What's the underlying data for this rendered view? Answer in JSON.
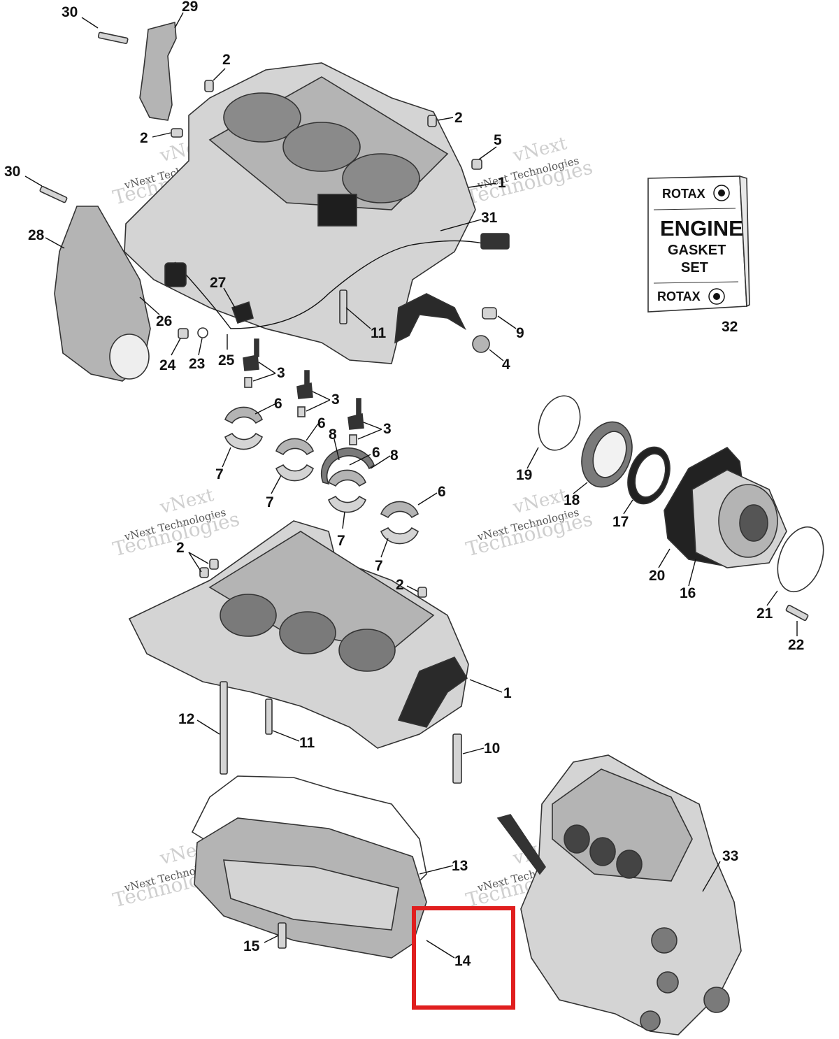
{
  "callouts": [
    {
      "id": "c30a",
      "label": "30"
    },
    {
      "id": "c29",
      "label": "29"
    },
    {
      "id": "c2a",
      "label": "2"
    },
    {
      "id": "c2b",
      "label": "2"
    },
    {
      "id": "c2c",
      "label": "2"
    },
    {
      "id": "c5",
      "label": "5"
    },
    {
      "id": "c1a",
      "label": "1"
    },
    {
      "id": "c30b",
      "label": "30"
    },
    {
      "id": "c28",
      "label": "28"
    },
    {
      "id": "c31",
      "label": "31"
    },
    {
      "id": "c27",
      "label": "27"
    },
    {
      "id": "c26",
      "label": "26"
    },
    {
      "id": "c11a",
      "label": "11"
    },
    {
      "id": "c9",
      "label": "9"
    },
    {
      "id": "c4",
      "label": "4"
    },
    {
      "id": "c24",
      "label": "24"
    },
    {
      "id": "c23",
      "label": "23"
    },
    {
      "id": "c25",
      "label": "25"
    },
    {
      "id": "c3a",
      "label": "3"
    },
    {
      "id": "c6a",
      "label": "6"
    },
    {
      "id": "c3b",
      "label": "3"
    },
    {
      "id": "c6b",
      "label": "6"
    },
    {
      "id": "c3c",
      "label": "3"
    },
    {
      "id": "c8a",
      "label": "8"
    },
    {
      "id": "c6c",
      "label": "6"
    },
    {
      "id": "c8b",
      "label": "8"
    },
    {
      "id": "c7a",
      "label": "7"
    },
    {
      "id": "c7b",
      "label": "7"
    },
    {
      "id": "c7c",
      "label": "7"
    },
    {
      "id": "c6d",
      "label": "6"
    },
    {
      "id": "c7d",
      "label": "7"
    },
    {
      "id": "c19",
      "label": "19"
    },
    {
      "id": "c18",
      "label": "18"
    },
    {
      "id": "c17",
      "label": "17"
    },
    {
      "id": "c20",
      "label": "20"
    },
    {
      "id": "c16",
      "label": "16"
    },
    {
      "id": "c21",
      "label": "21"
    },
    {
      "id": "c22",
      "label": "22"
    },
    {
      "id": "c2d",
      "label": "2"
    },
    {
      "id": "c2e",
      "label": "2"
    },
    {
      "id": "c1b",
      "label": "1"
    },
    {
      "id": "c12",
      "label": "12"
    },
    {
      "id": "c11b",
      "label": "11"
    },
    {
      "id": "c10",
      "label": "10"
    },
    {
      "id": "c13",
      "label": "13"
    },
    {
      "id": "c33",
      "label": "33"
    },
    {
      "id": "c15",
      "label": "15"
    },
    {
      "id": "c14",
      "label": "14"
    },
    {
      "id": "c32",
      "label": "32"
    }
  ],
  "gasket_set_sign": {
    "brand_top": "ROTAX",
    "title": "ENGINE",
    "line2": "GASKET",
    "line3": "SET",
    "brand_bottom": "ROTAX"
  },
  "watermark": {
    "line1": "vNext",
    "line2": "vNext Technologies",
    "line3": "Technologies"
  },
  "highlight_color": "#e01e1e"
}
